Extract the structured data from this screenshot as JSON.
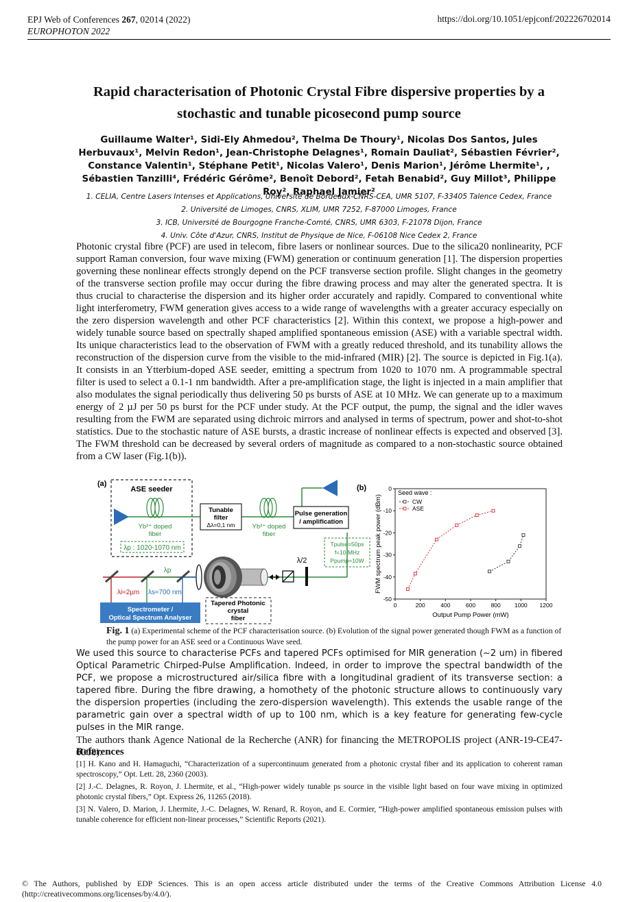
{
  "header": {
    "journal_pre": "EPJ Web of Conferences ",
    "journal_vol": "267",
    "journal_post": ", 02014 (2022)",
    "conference": "EUROPHOTON 2022",
    "doi": "https://doi.org/10.1051/epjconf/202226702014"
  },
  "title": "Rapid characterisation of Photonic Crystal Fibre dispersive properties by a stochastic and tunable picosecond pump source",
  "authors": "Guillaume Walter¹, Sidi-Ely Ahmedou², Thelma De Thoury¹, Nicolas Dos Santos, Jules Herbuvaux¹, Melvin Redon¹,  Jean-Christophe Delagnes¹, Romain Dauliat², Sébastien Février², Constance Valentin¹, Stéphane Petit¹, Nicolas Valero¹, Denis Marion¹, Jérôme Lhermite¹,  , Sébastien Tanzilli⁴, Frédéric Gérôme², Benoît Debord², Fetah Benabid², Guy Millot³, Philippe Roy², Raphael Jamier²",
  "affiliations": [
    "1.  CELIA, Centre Lasers Intenses et Applications, Université de Bordeaux-CNRS-CEA, UMR 5107, F-33405 Talence Cedex, France",
    "2.  Université de Limoges, CNRS, XLIM, UMR 7252, F-87000 Limoges, France",
    "3. ICB, Université de Bourgogne Franche-Comté, CNRS, UMR 6303, F-21078 Dijon, France",
    "4. Univ. Côte d'Azur, CNRS, Institut de Physique de Nice, F-06108 Nice Cedex 2, France"
  ],
  "paragraph1": "Photonic crystal fibre (PCF) are used in telecom, fibre lasers or nonlinear sources. Due to the silica20 nonlinearity, PCF support Raman conversion, four wave mixing (FWM) generation or continuum generation [1]. The dispersion properties governing these nonlinear effects strongly depend on the PCF transverse section profile. Slight changes in the geometry of the transverse section profile may occur during the fibre drawing process and may alter the generated spectra. It is thus crucial to characterise the dispersion and its higher order accurately and rapidly. Compared to conventional white light interferometry, FWM generation gives access to a wide range of wavelengths with a greater accuracy especially on the zero dispersion wavelength and other PCF characteristics [2]. Within this context, we propose a high-power and widely tunable source based on spectrally shaped amplified spontaneous emission (ASE) with a variable spectral width. Its unique characteristics lead to the observation of FWM with a greatly reduced threshold, and its tunability allows the reconstruction of the dispersion curve from the visible to the mid-infrared (MIR) [2]. The source is depicted in Fig.1(a). It consists in an Ytterbium-doped ASE seeder, emitting a spectrum from 1020 to 1070 nm. A programmable spectral filter is used to select a 0.1-1 nm bandwidth. After a pre-amplification stage, the light is injected in a main amplifier that also modulates the signal periodically thus delivering 50 ps bursts of ASE at 10 MHz. We can generate up to a maximum energy of 2 µJ per 50 ps burst for the PCF under study. At the PCF output, the pump, the signal and the idler waves resulting from the FWM are separated using dichroic mirrors and analysed in terms of spectrum, power and shot-to-shot statistics. Due to the stochastic nature of ASE bursts, a drastic increase of nonlinear effects is expected and observed [3]. The FWM threshold can be decreased by several orders of magnitude as compared to a non-stochastic source obtained from a CW laser (Fig.1(b)).",
  "figure_a": {
    "panel_label": "(a)",
    "ase_seeder": "ASE seeder",
    "yb_doped_fiber_1": [
      "Yb³⁺ doped",
      "fiber"
    ],
    "lambda_range": "λp : 1020-1070 nm",
    "tunable_filter": [
      "Tunable",
      "filter"
    ],
    "filter_bw": "Δλ=0,1 nm",
    "yb_doped_fiber_2": [
      "Yb³⁺ doped",
      "fiber"
    ],
    "pulse_generation": [
      "Pulse generation",
      "/ amplification"
    ],
    "pulse_params": [
      "Tpulse=50ps",
      "f=10 MHz",
      "Ppump=10W"
    ],
    "half_wave": "λ/2",
    "lambda_p": "λp",
    "lambda_i": "λi≈2µm",
    "lambda_s": "λs≈700 nm",
    "spectrometer": [
      "Spectrometer /",
      "Optical Spectrum Analyser"
    ],
    "tapered_pcf": [
      "Tapered Photonic",
      "crystal",
      "fiber"
    ]
  },
  "chart_data": {
    "type": "scatter",
    "panel_label": "(b)",
    "xlabel": "Output Pump Power (mW)",
    "ylabel": "FWM spectrum peak power (dBm)",
    "xlim": [
      0,
      1200
    ],
    "ylim": [
      -50,
      0
    ],
    "xticks": [
      0,
      200,
      400,
      600,
      800,
      1000,
      1200
    ],
    "yticks": [
      0,
      -10,
      -20,
      -30,
      -40,
      -50
    ],
    "legend_title": "Seed wave :",
    "legend_position": "top-left",
    "series": [
      {
        "name": "CW",
        "color": "#333333",
        "x": [
          750,
          900,
          990,
          1020
        ],
        "y": [
          -37.5,
          -33,
          -26,
          -21
        ]
      },
      {
        "name": "ASE",
        "color": "#d9262e",
        "x": [
          100,
          160,
          330,
          490,
          650,
          780
        ],
        "y": [
          -45.5,
          -38.5,
          -23,
          -16.5,
          -12,
          -10
        ]
      }
    ]
  },
  "caption": {
    "label": "Fig. 1",
    "text": " (a) Experimental scheme of the PCF characterisation source. (b) Evolution of the signal power generated though FWM as a function of the pump power for an ASE seed or a Continuous Wave seed."
  },
  "paragraph2": "We used this source to characterise PCFs and tapered PCFs optimised for MIR generation (~2 um) in fibered Optical Parametric Chirped-Pulse Amplification. Indeed, in order to improve the spectral bandwidth of the PCF, we propose a microstructured air/silica fibre with a longitudinal gradient of its transverse section: a tapered fibre. During the fibre drawing, a homothety of the photonic structure allows to continuously vary the dispersion properties (including the zero-dispersion wavelength). This extends the usable range of the parametric gain over a spectral width of up to 100 nm, which is a key feature for generating few-cycle pulses in the MIR range.",
  "acknowledgement": "The authors thank Agence National de la Recherche (ANR) for financing the METROPOLIS project (ANR-19-CE47-0008).",
  "references_heading": "References",
  "references": [
    "[1] H. Kano and H. Hamaguchi, “Characterization of a supercontinuum generated from a photonic crystal fiber and its application to coherent raman spectroscopy,” Opt. Lett. 28, 2360 (2003).",
    "[2] J.-C. Delagnes, R. Royon, J. Lhermite, et al., “High-power widely tunable ps source in the visible light based on four wave mixing in optimized photonic crystal fibers,” Opt. Express 26, 11265 (2018).",
    "[3] N. Valero, D. Marion, J. Lhermite, J.-C. Delagnes, W. Renard, R. Royon, and E. Cormier, “High-power amplified spontaneous emission pulses with tunable coherence for efficient non-linear processes,” Scientific Reports (2021)."
  ],
  "footer": "© The Authors, published by EDP Sciences. This is an open access article distributed under the terms of the Creative Commons Attribution License 4.0 (http://creativecommons.org/licenses/by/4.0/)."
}
